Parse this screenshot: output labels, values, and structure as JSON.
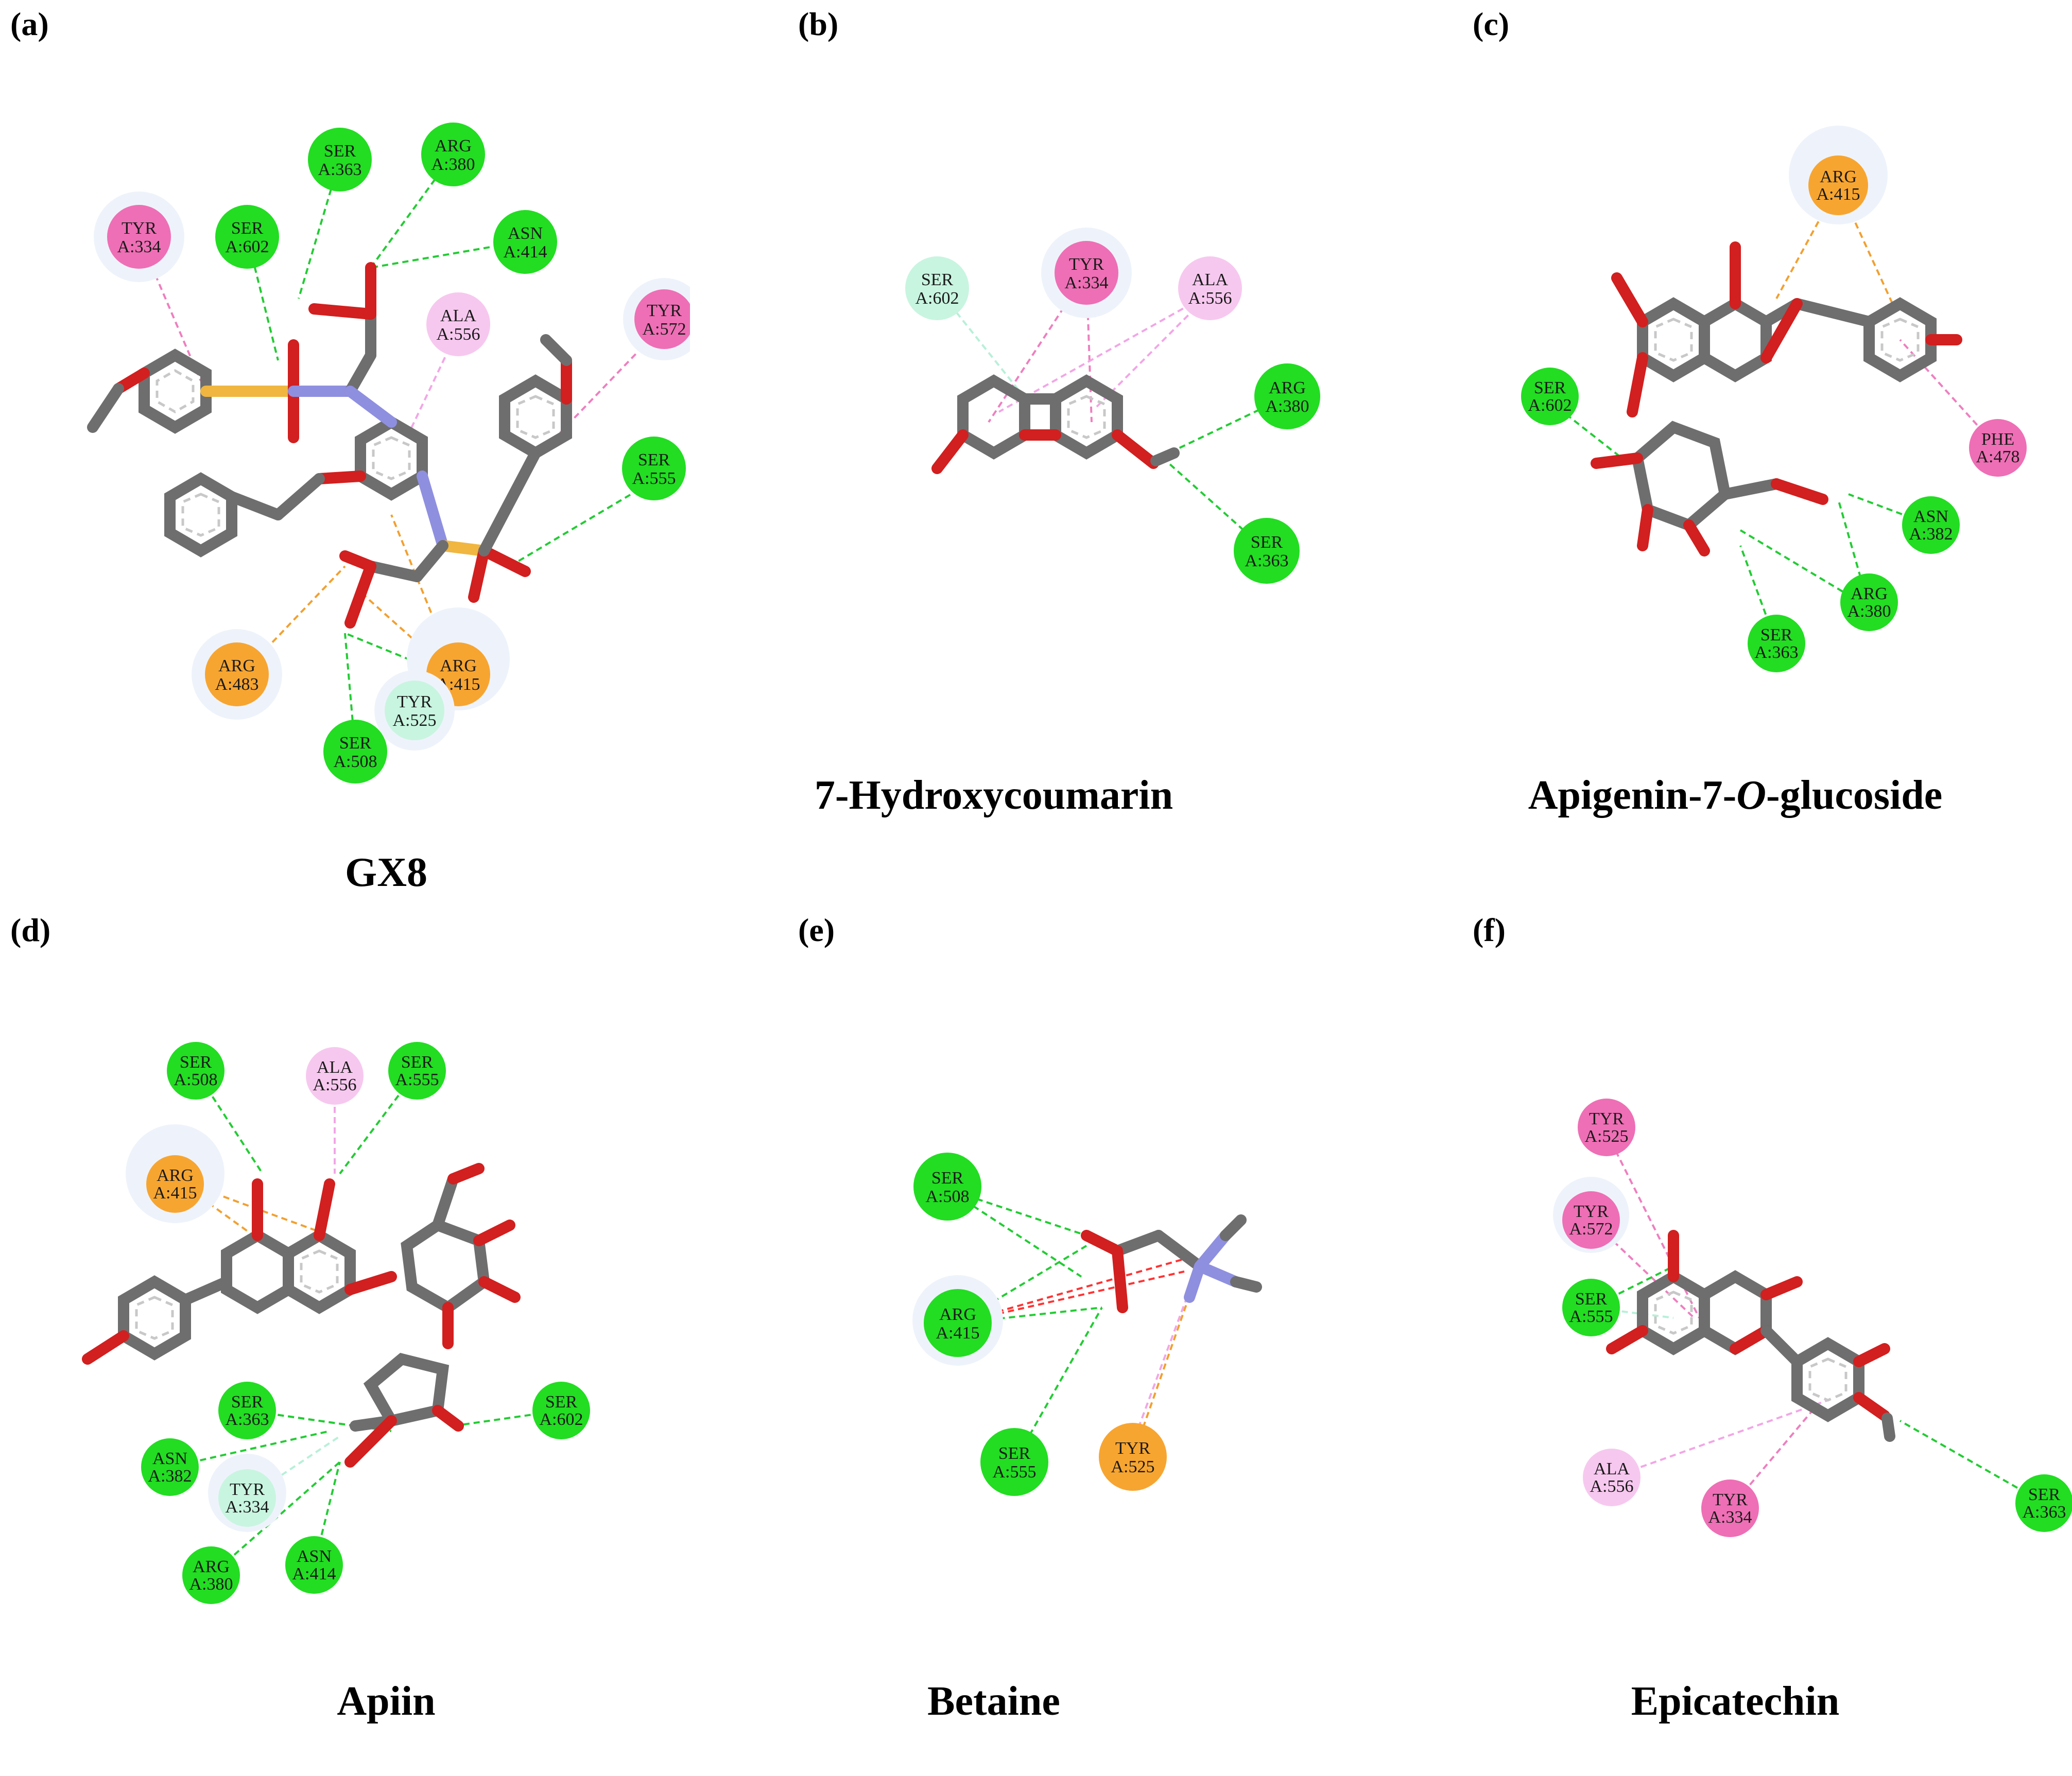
{
  "colors": {
    "conventional_hydrogen_bond": "#22dd22",
    "carbon_hydrogen_bond": "#c8f5e0",
    "pi_pi_stacked": "#ee6fb5",
    "pi_alkyl": "#f7c8ef",
    "pi_cation": "#f7a531",
    "unfavorable": "#ff3333",
    "carbon": "#6e6e6e",
    "oxygen": "#d21f1f",
    "nitrogen": "#8f8fe0",
    "sulfur": "#f0b640"
  },
  "panels": [
    {
      "letter": "(a)",
      "title_parts": [
        "GX8"
      ],
      "residues": [
        {
          "name": "TYR",
          "id": "A:334",
          "type": "pi_pi_stacked"
        },
        {
          "name": "SER",
          "id": "A:602",
          "type": "conventional_hydrogen_bond"
        },
        {
          "name": "SER",
          "id": "A:363",
          "type": "conventional_hydrogen_bond"
        },
        {
          "name": "ARG",
          "id": "A:380",
          "type": "conventional_hydrogen_bond"
        },
        {
          "name": "ASN",
          "id": "A:414",
          "type": "conventional_hydrogen_bond"
        },
        {
          "name": "ALA",
          "id": "A:556",
          "type": "pi_alkyl"
        },
        {
          "name": "TYR",
          "id": "A:572",
          "type": "pi_pi_stacked"
        },
        {
          "name": "SER",
          "id": "A:555",
          "type": "conventional_hydrogen_bond"
        },
        {
          "name": "ARG",
          "id": "A:483",
          "type": "pi_cation"
        },
        {
          "name": "ARG",
          "id": "A:415",
          "type": "pi_cation"
        },
        {
          "name": "TYR",
          "id": "A:525",
          "type": "carbon_hydrogen_bond"
        },
        {
          "name": "SER",
          "id": "A:508",
          "type": "conventional_hydrogen_bond"
        }
      ]
    },
    {
      "letter": "(b)",
      "title_parts": [
        "7-Hydroxycoumarin"
      ],
      "residues": [
        {
          "name": "SER",
          "id": "A:602",
          "type": "carbon_hydrogen_bond"
        },
        {
          "name": "TYR",
          "id": "A:334",
          "type": "pi_pi_stacked"
        },
        {
          "name": "ALA",
          "id": "A:556",
          "type": "pi_alkyl"
        },
        {
          "name": "ARG",
          "id": "A:380",
          "type": "conventional_hydrogen_bond"
        },
        {
          "name": "SER",
          "id": "A:363",
          "type": "conventional_hydrogen_bond"
        }
      ]
    },
    {
      "letter": "(c)",
      "title_parts": [
        "Apigenin-7-",
        "O",
        "-glucoside"
      ],
      "residues": [
        {
          "name": "ARG",
          "id": "A:415",
          "type": "pi_cation"
        },
        {
          "name": "SER",
          "id": "A:602",
          "type": "conventional_hydrogen_bond"
        },
        {
          "name": "PHE",
          "id": "A:478",
          "type": "pi_pi_stacked"
        },
        {
          "name": "ASN",
          "id": "A:382",
          "type": "conventional_hydrogen_bond"
        },
        {
          "name": "ARG",
          "id": "A:380",
          "type": "conventional_hydrogen_bond"
        },
        {
          "name": "SER",
          "id": "A:363",
          "type": "conventional_hydrogen_bond"
        }
      ]
    },
    {
      "letter": "(d)",
      "title_parts": [
        "Apiin"
      ],
      "residues": [
        {
          "name": "SER",
          "id": "A:508",
          "type": "conventional_hydrogen_bond"
        },
        {
          "name": "ALA",
          "id": "A:556",
          "type": "pi_alkyl"
        },
        {
          "name": "SER",
          "id": "A:555",
          "type": "conventional_hydrogen_bond"
        },
        {
          "name": "ARG",
          "id": "A:415",
          "type": "pi_cation"
        },
        {
          "name": "SER",
          "id": "A:363",
          "type": "conventional_hydrogen_bond"
        },
        {
          "name": "SER",
          "id": "A:602",
          "type": "conventional_hydrogen_bond"
        },
        {
          "name": "ASN",
          "id": "A:382",
          "type": "conventional_hydrogen_bond"
        },
        {
          "name": "TYR",
          "id": "A:334",
          "type": "carbon_hydrogen_bond"
        },
        {
          "name": "ARG",
          "id": "A:380",
          "type": "conventional_hydrogen_bond"
        },
        {
          "name": "ASN",
          "id": "A:414",
          "type": "conventional_hydrogen_bond"
        }
      ]
    },
    {
      "letter": "(e)",
      "title_parts": [
        "Betaine"
      ],
      "residues": [
        {
          "name": "SER",
          "id": "A:508",
          "type": "conventional_hydrogen_bond"
        },
        {
          "name": "ARG",
          "id": "A:415",
          "type": "conventional_hydrogen_bond"
        },
        {
          "name": "SER",
          "id": "A:555",
          "type": "conventional_hydrogen_bond"
        },
        {
          "name": "TYR",
          "id": "A:525",
          "type": "pi_cation"
        }
      ]
    },
    {
      "letter": "(f)",
      "title_parts": [
        "Epicatechin"
      ],
      "residues": [
        {
          "name": "TYR",
          "id": "A:525",
          "type": "pi_pi_stacked"
        },
        {
          "name": "TYR",
          "id": "A:572",
          "type": "pi_pi_stacked"
        },
        {
          "name": "SER",
          "id": "A:555",
          "type": "conventional_hydrogen_bond"
        },
        {
          "name": "ALA",
          "id": "A:556",
          "type": "pi_alkyl"
        },
        {
          "name": "TYR",
          "id": "A:334",
          "type": "pi_pi_stacked"
        },
        {
          "name": "SER",
          "id": "A:363",
          "type": "conventional_hydrogen_bond"
        }
      ]
    }
  ]
}
